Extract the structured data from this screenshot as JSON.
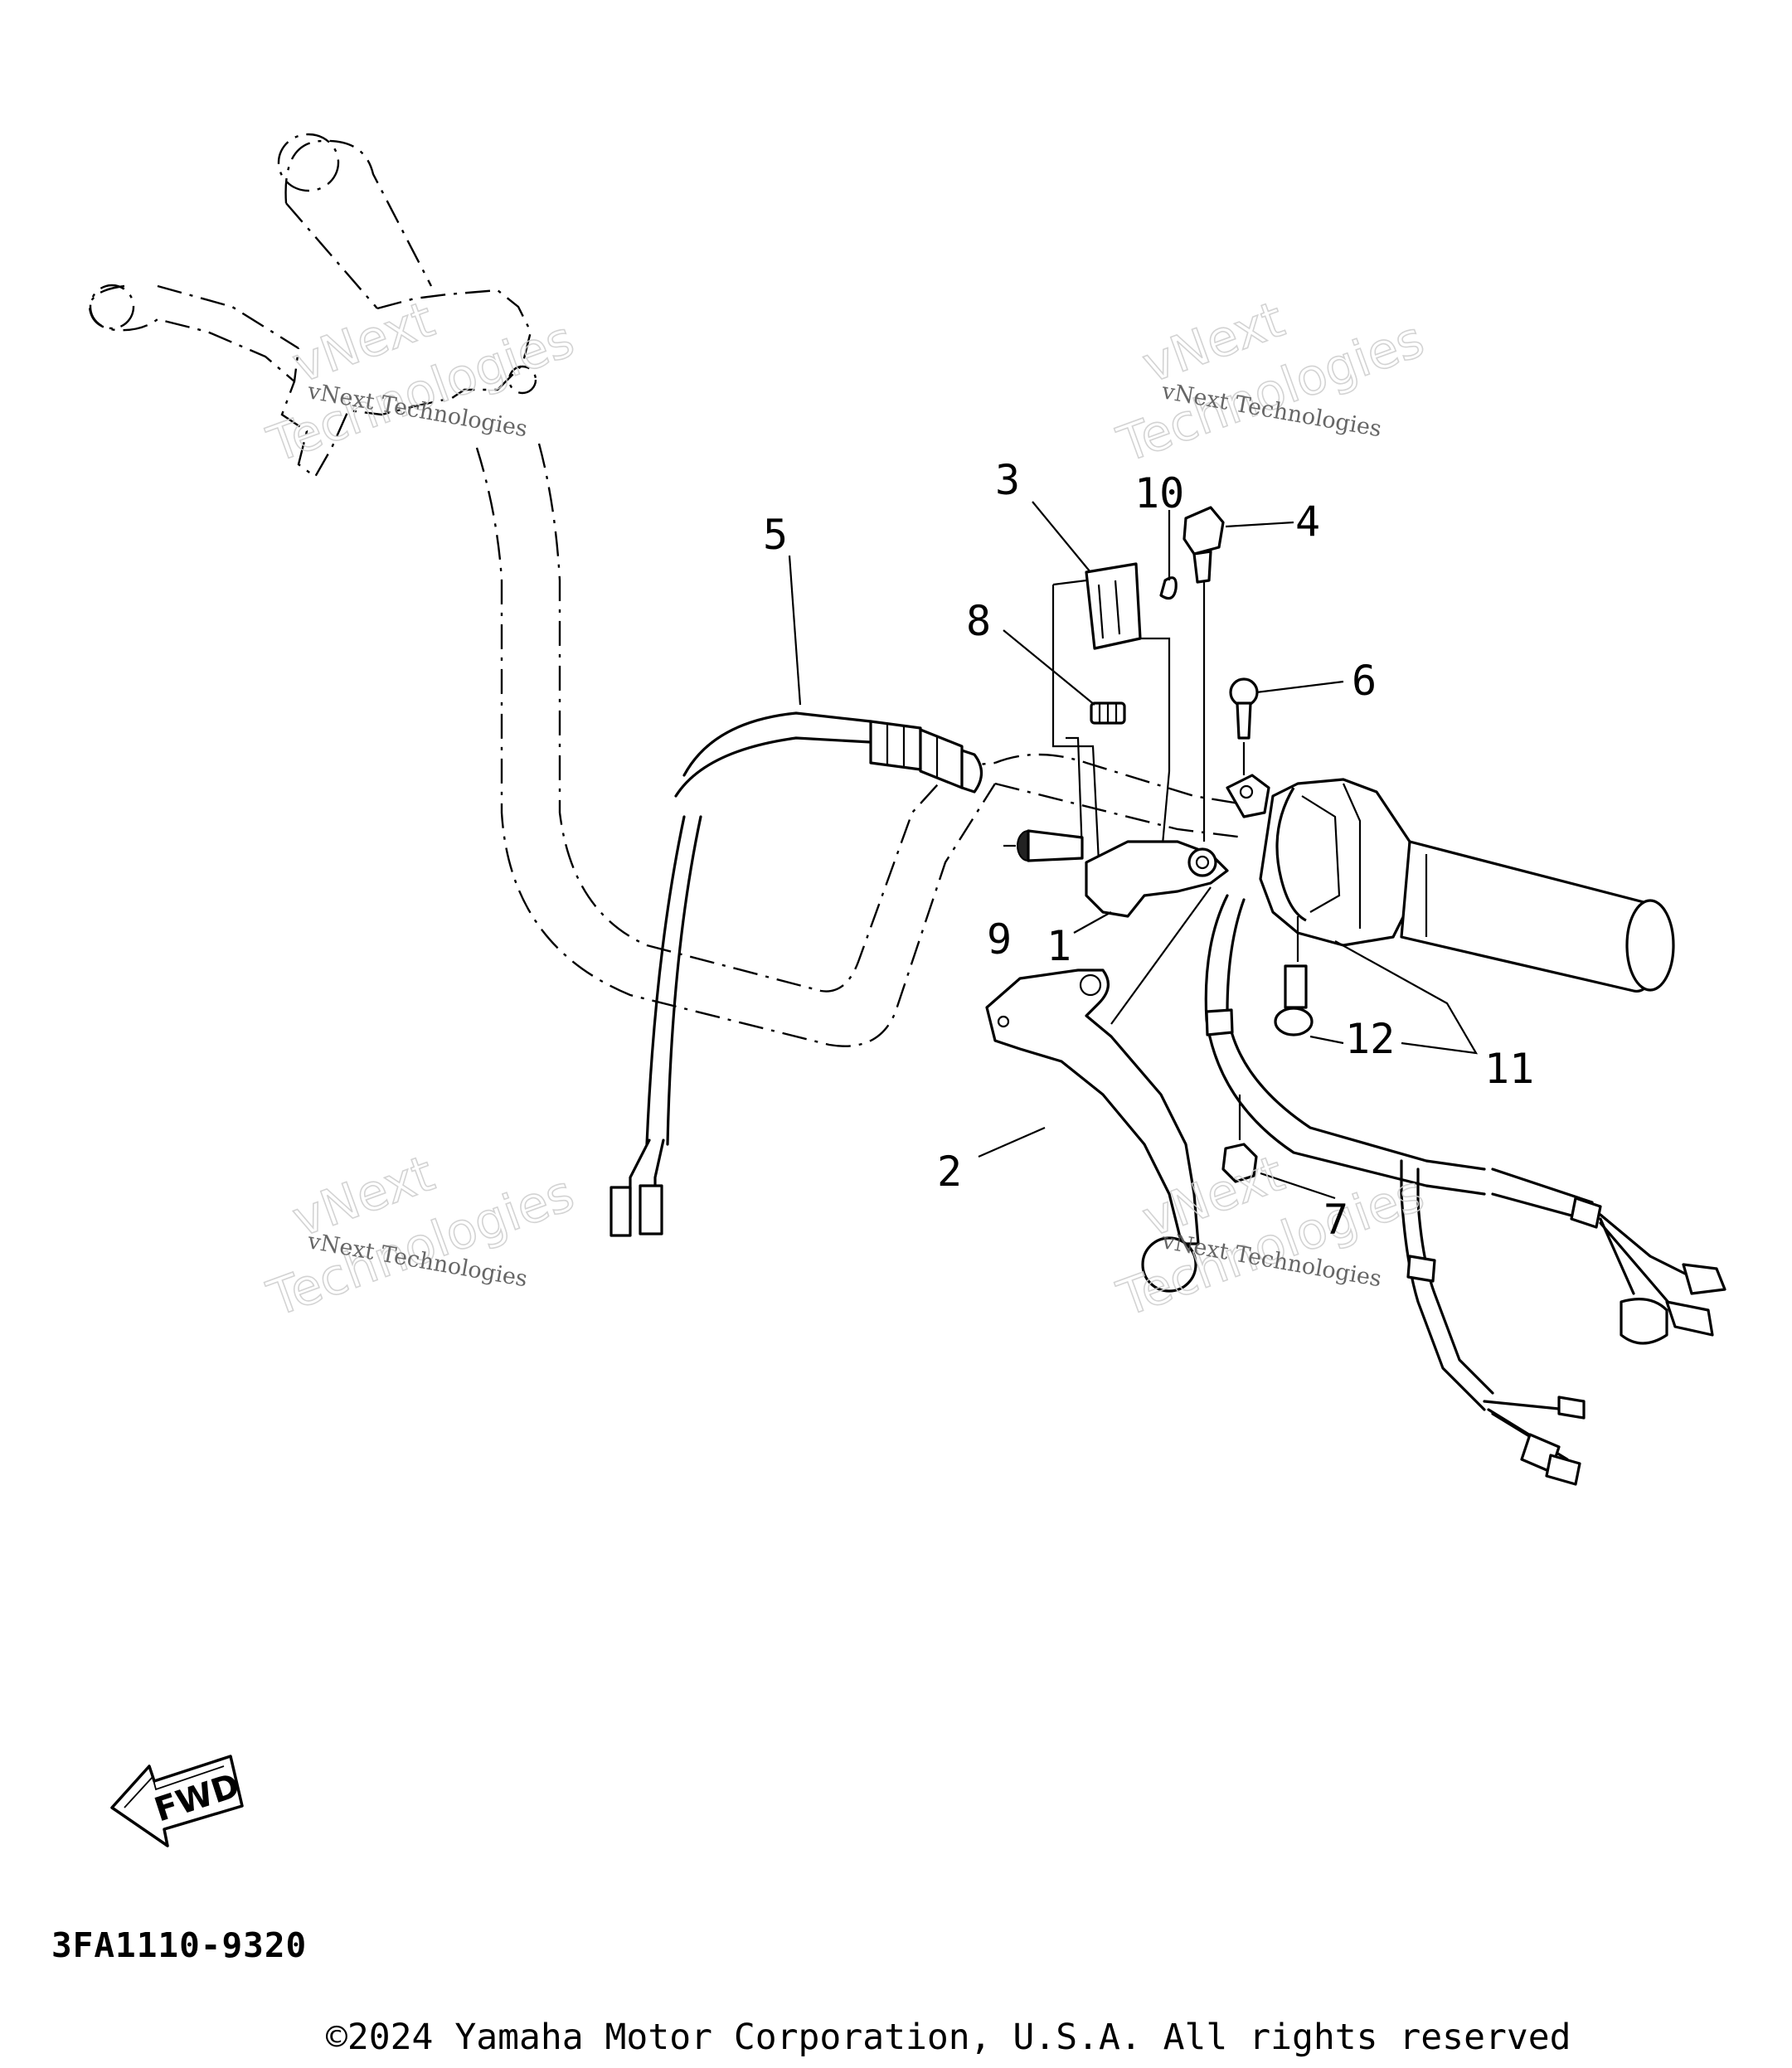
{
  "diagram": {
    "callouts": [
      {
        "id": "1",
        "label": "1"
      },
      {
        "id": "2",
        "label": "2"
      },
      {
        "id": "3",
        "label": "3"
      },
      {
        "id": "4",
        "label": "4"
      },
      {
        "id": "5",
        "label": "5"
      },
      {
        "id": "6",
        "label": "6"
      },
      {
        "id": "7",
        "label": "7"
      },
      {
        "id": "8",
        "label": "8"
      },
      {
        "id": "9",
        "label": "9"
      },
      {
        "id": "10",
        "label": "10"
      },
      {
        "id": "11",
        "label": "11"
      },
      {
        "id": "12",
        "label": "12"
      }
    ],
    "fwd_label": "FWD",
    "code": "3FA1110-9320",
    "copyright": "©2024 Yamaha Motor Corporation, U.S.A. All rights reserved",
    "watermark": {
      "small": "vNext Technologies",
      "big_top": "vNext",
      "big_bottom": "Technologies"
    }
  }
}
